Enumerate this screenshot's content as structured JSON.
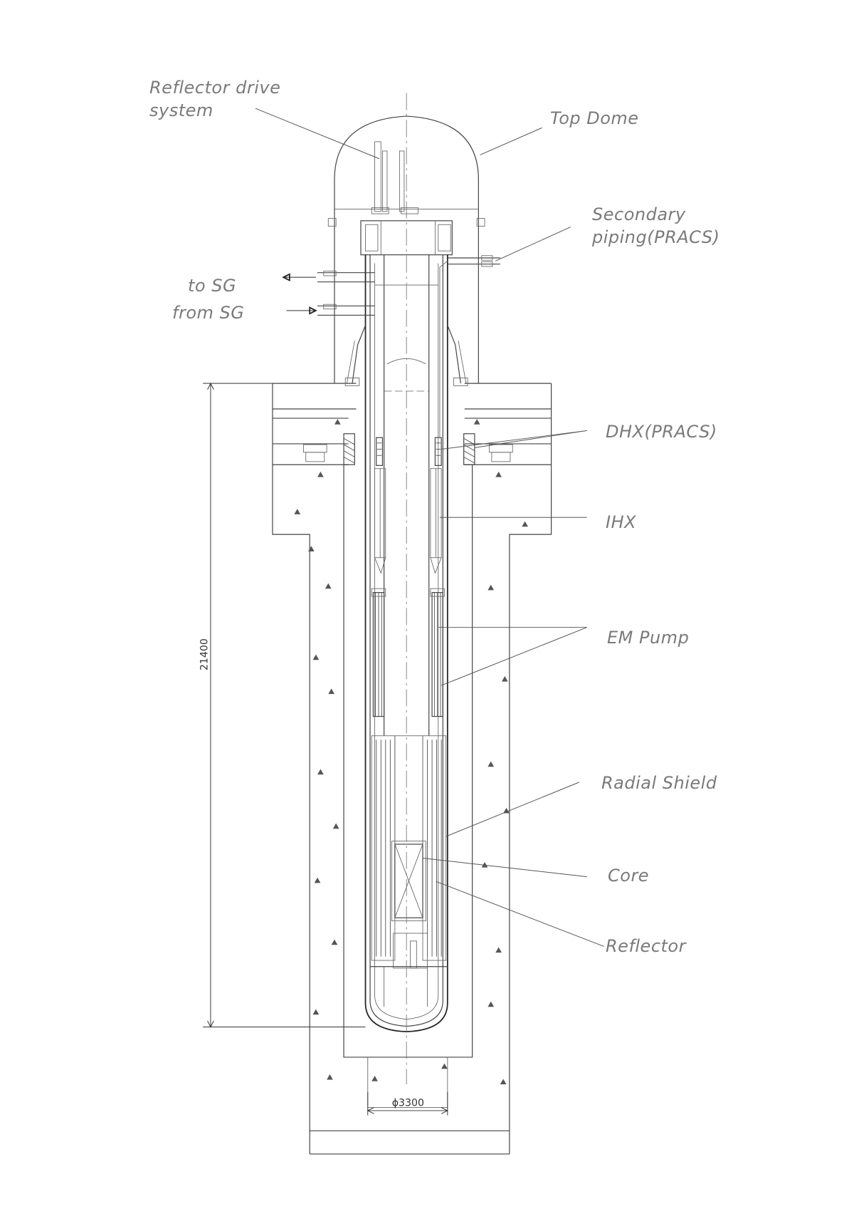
{
  "labels": {
    "reflector_drive": "Reflector drive system",
    "top_dome": "Top Dome",
    "secondary_piping": "Secondary piping(PRACS)",
    "to_sg": "to SG",
    "from_sg": "from SG",
    "dhx": "DHX(PRACS)",
    "ihx": "IHX",
    "em_pump": "EM Pump",
    "radial_shield": "Radial Shield",
    "core": "Core",
    "reflector": "Reflector"
  },
  "dimensions": {
    "height": "21400",
    "diameter": "ϕ3300"
  }
}
